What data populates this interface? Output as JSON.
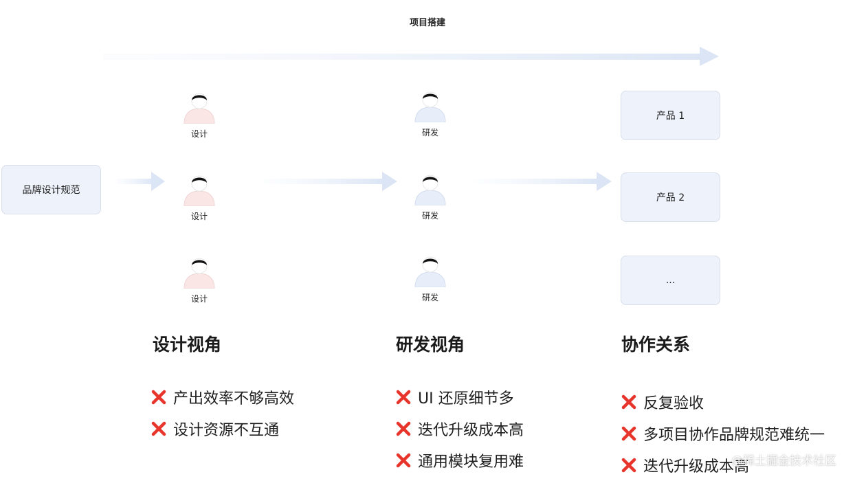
{
  "header": {
    "title": "项目搭建"
  },
  "brand": {
    "label": "品牌设计规范"
  },
  "design_team": {
    "role_label": "设计"
  },
  "dev_team": {
    "role_label": "研发"
  },
  "products": [
    "产品 1",
    "产品 2",
    "..."
  ],
  "sections": [
    {
      "title": "设计视角",
      "issues": [
        "产出效率不够高效",
        "设计资源不互通"
      ]
    },
    {
      "title": "研发视角",
      "issues": [
        "UI 还原细节多",
        "迭代升级成本高",
        "通用模块复用难"
      ]
    },
    {
      "title": "协作关系",
      "issues": [
        "反复验收",
        "多项目协作品牌规范难统一",
        "迭代升级成本高"
      ]
    }
  ],
  "watermark": "@稀土掘金技术社区",
  "colors": {
    "arrow": "#dfe8f6",
    "box_bg": "#eef3fb",
    "box_border": "#d7deea",
    "design_body": "#fbe6e6",
    "dev_body": "#e7eef9",
    "cross": "#e8352b"
  }
}
